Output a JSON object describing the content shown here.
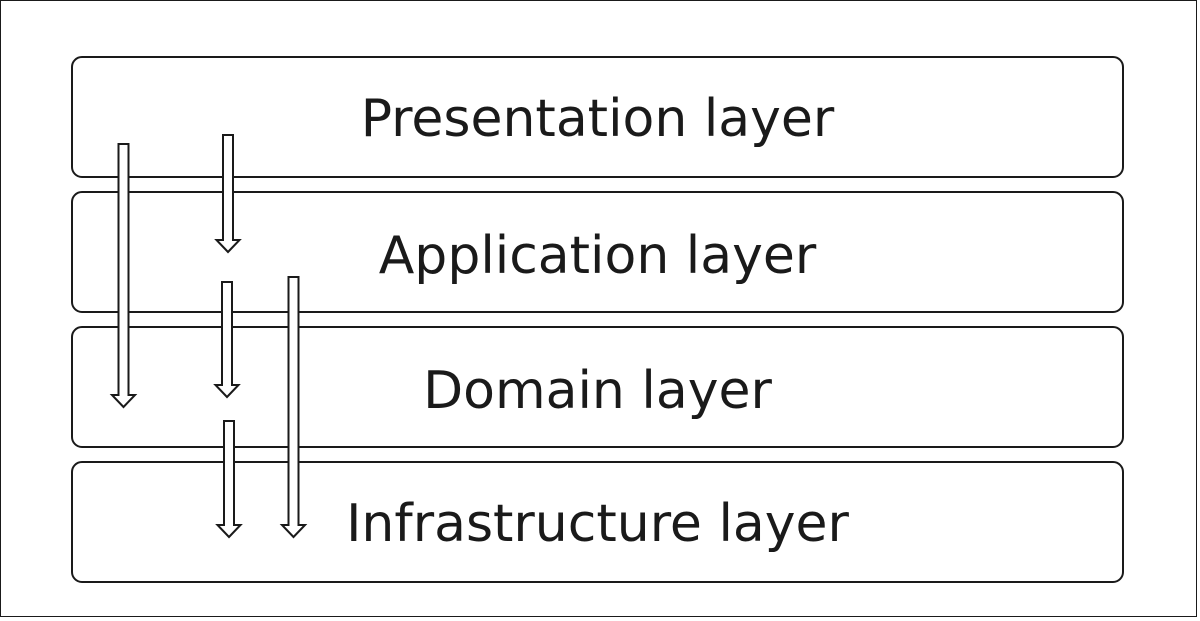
{
  "diagram": {
    "layers": [
      {
        "id": "presentation",
        "label": "Presentation layer"
      },
      {
        "id": "application",
        "label": "Application layer"
      },
      {
        "id": "domain",
        "label": "Domain layer"
      },
      {
        "id": "infrastructure",
        "label": "Infrastructure layer"
      }
    ],
    "dependencies": [
      {
        "from": "Presentation layer",
        "to": "Domain layer"
      },
      {
        "from": "Presentation layer",
        "to": "Application layer"
      },
      {
        "from": "Application layer",
        "to": "Domain layer"
      },
      {
        "from": "Application layer",
        "to": "Infrastructure layer"
      },
      {
        "from": "Domain layer",
        "to": "Infrastructure layer"
      }
    ],
    "colors": {
      "stroke": "#1a1a1a",
      "fill": "#ffffff"
    }
  }
}
